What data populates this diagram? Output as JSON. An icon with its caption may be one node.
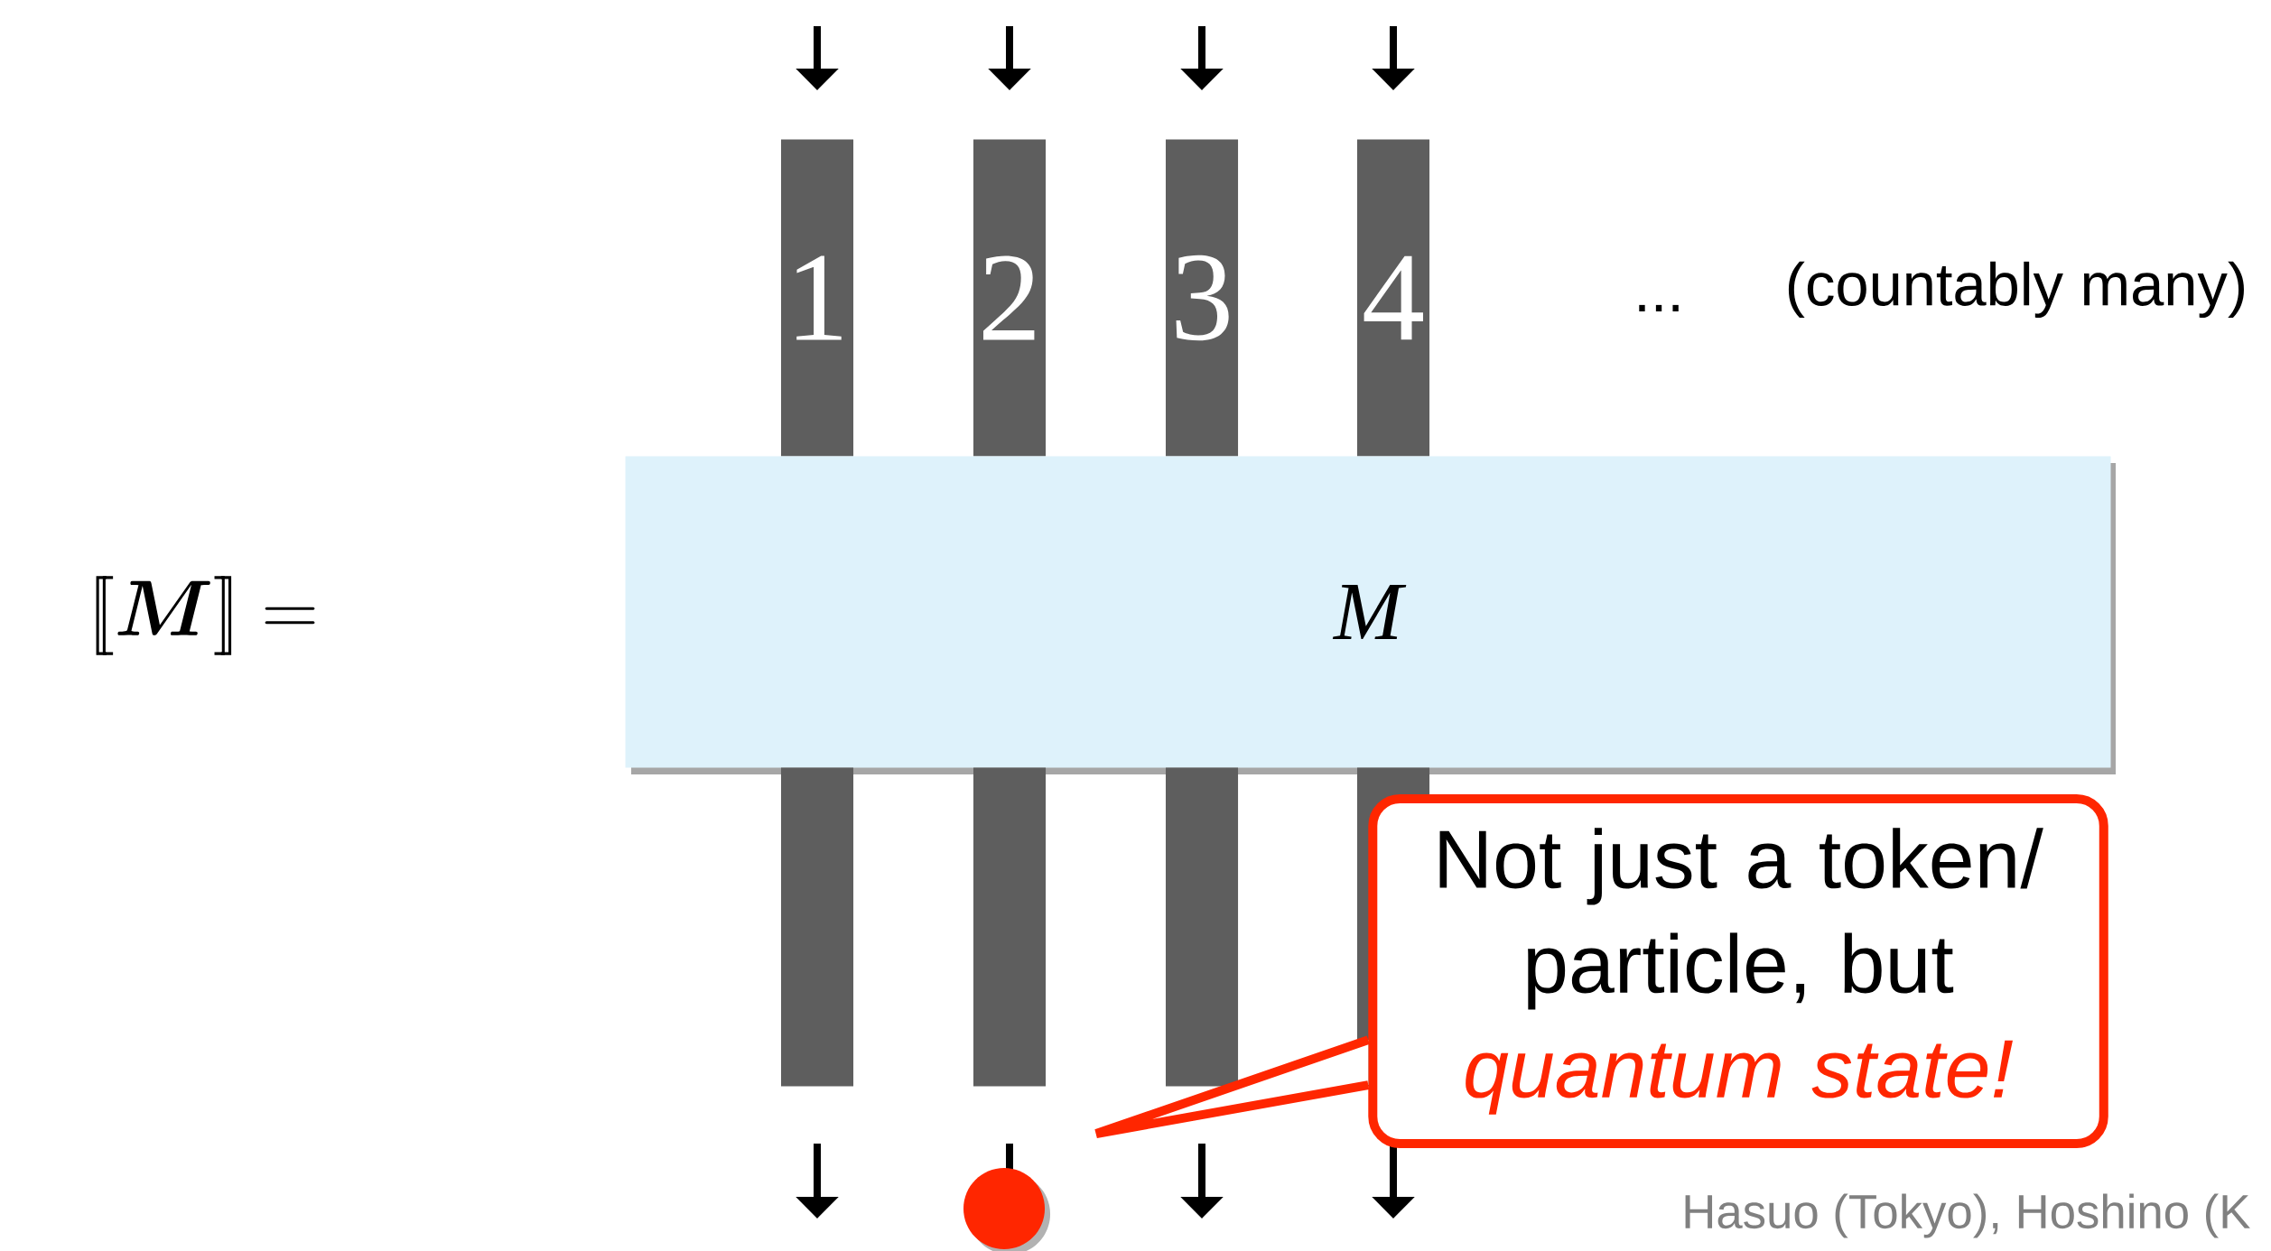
{
  "diagram": {
    "nodes": [
      {
        "text": [
          "1"
        ]
      },
      {
        "text": [
          "2"
        ]
      },
      {
        "text": [
          "3"
        ]
      },
      {
        "text": [
          "4"
        ]
      },
      {
        "text": [
          "M"
        ]
      },
      {
        "text": [],
        "shape": "bar"
      },
      {
        "text": [],
        "shape": "bar"
      },
      {
        "text": [],
        "shape": "bar"
      },
      {
        "text": [],
        "shape": "bar"
      },
      {
        "text": [],
        "shape": "circle"
      },
      {
        "text": [
          "Not just a token/ particle, but",
          "quantum state!"
        ]
      }
    ],
    "labels": [
      "[\\![\\boldsymbol{M}]\\!] =",
      "...",
      "(countably many)",
      "Hasuo (Tokyo), Hoshino (K"
    ]
  }
}
